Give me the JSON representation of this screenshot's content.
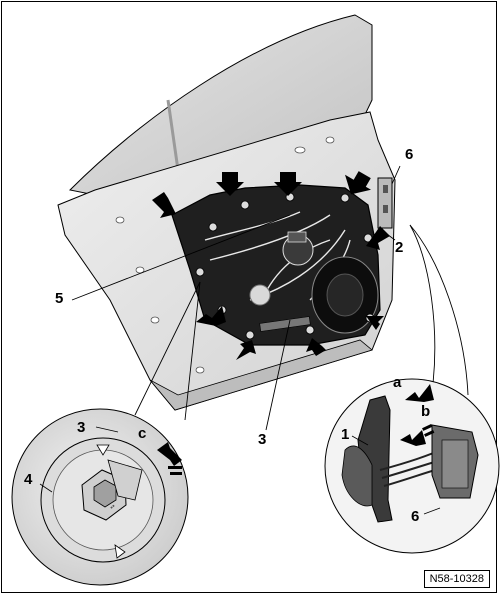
{
  "callouts": {
    "one": "1",
    "two": "2",
    "three_lower": "3",
    "three_detail": "3",
    "four": "4",
    "five": "5",
    "six_top": "6",
    "six_detail": "6",
    "a": "a",
    "b": "b",
    "c": "c"
  },
  "doc_number": "N58-10328",
  "colors": {
    "outline": "#000000",
    "door_panel": "#e6e6e6",
    "door_panel_shade": "#cfcfcf",
    "window_glass": "#d4d4d4",
    "carrier_plate": "#1a1a1a",
    "arrow": "#000000"
  }
}
